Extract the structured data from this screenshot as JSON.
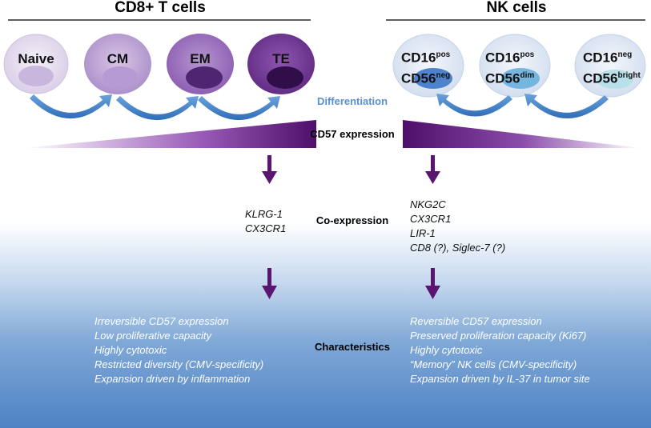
{
  "headers": {
    "cd8": "CD8+ T cells",
    "nk": "NK cells"
  },
  "cd8_cells": [
    {
      "label": "Naive"
    },
    {
      "label": "CM"
    },
    {
      "label": "EM"
    },
    {
      "label": "TE"
    }
  ],
  "nk_cells": [
    {
      "line1": "CD16",
      "sup1": "pos",
      "line2": "CD56",
      "sup2": "neg"
    },
    {
      "line1": "CD16",
      "sup1": "pos",
      "line2": "CD56",
      "sup2": "dim"
    },
    {
      "line1": "CD16",
      "sup1": "neg",
      "line2": "CD56",
      "sup2": "bright"
    }
  ],
  "labels": {
    "differentiation": "Differentiation",
    "cd57_expression": "CD57 expression",
    "co_expression": "Co-expression",
    "characteristics": "Characteristics"
  },
  "coexpression": {
    "cd8": [
      "KLRG-1",
      "CX3CR1"
    ],
    "nk": [
      "NKG2C",
      "CX3CR1",
      "LIR-1",
      "CD8 (?), Siglec-7 (?)"
    ]
  },
  "characteristics": {
    "cd8": [
      "Irreversible CD57 expression",
      "Low proliferative capacity",
      "Highly cytotoxic",
      "Restricted diversity (CMV-specificity)",
      "Expansion driven by inflammation"
    ],
    "nk": [
      "Reversible CD57 expression",
      "Preserved proliferation capacity (Ki67)",
      "Highly cytotoxic",
      "“Memory” NK cells (CMV-specificity)",
      "Expansion driven by IL-37 in tumor site"
    ]
  },
  "colors": {
    "purple_dark": "#5a1570",
    "arrow_blue": "#4a88cc",
    "diff_text": "#5b8fd0"
  }
}
